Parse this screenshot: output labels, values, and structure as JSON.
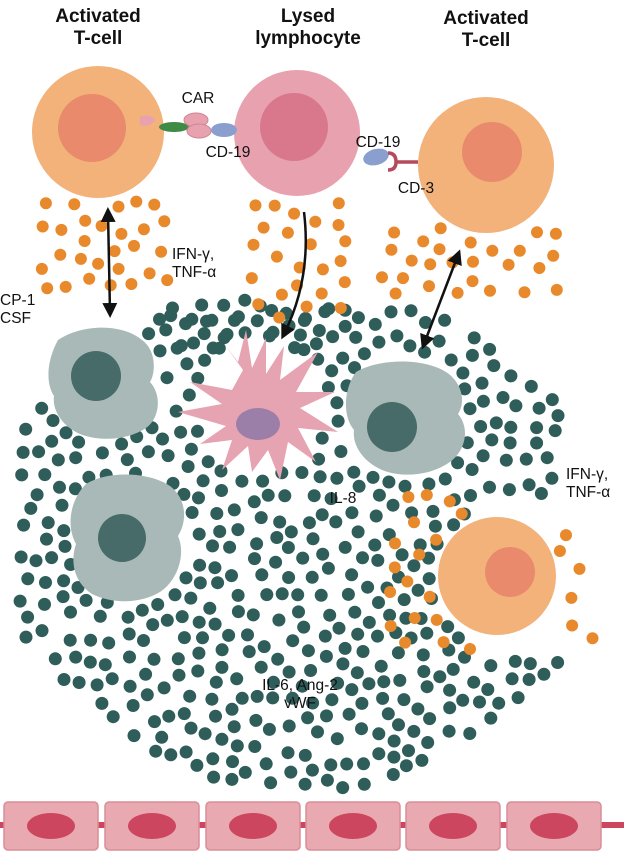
{
  "labels": {
    "tcell_left": "Activated\nT-cell",
    "lysed": "Lysed\nlymphocyte",
    "tcell_right": "Activated\nT-cell",
    "car": "CAR",
    "cd19_left": "CD-19",
    "cd19_right": "CD-19",
    "cd3": "CD-3",
    "ifn_top": "IFN-γ,\nTNF-α",
    "mcp": "CP-1\nCSF",
    "il8": "IL-8",
    "ifn_right": "IFN-γ,\nTNF-α",
    "il6": "IL-6, Ang-2\nvWF"
  },
  "colors": {
    "tcell_outer": "#f2b27a",
    "tcell_inner": "#ea8a6c",
    "lysed_outer": "#e8a2af",
    "lysed_inner": "#d9788c",
    "cytokine_orange": "#e8892c",
    "cytokine_teal": "#2f5d5a",
    "macrophage": "#a8b9b7",
    "macrophage_nucleus": "#476b68",
    "dendritic": "#e6a3b2",
    "dendritic_nucleus": "#9b7fa8",
    "endothelium": "#e9a9b1",
    "endothelium_nucleus": "#cc4660",
    "car_green": "#3f8a45",
    "cd19_blue": "#8a9fce",
    "cd3_red": "#b44a5c"
  }
}
